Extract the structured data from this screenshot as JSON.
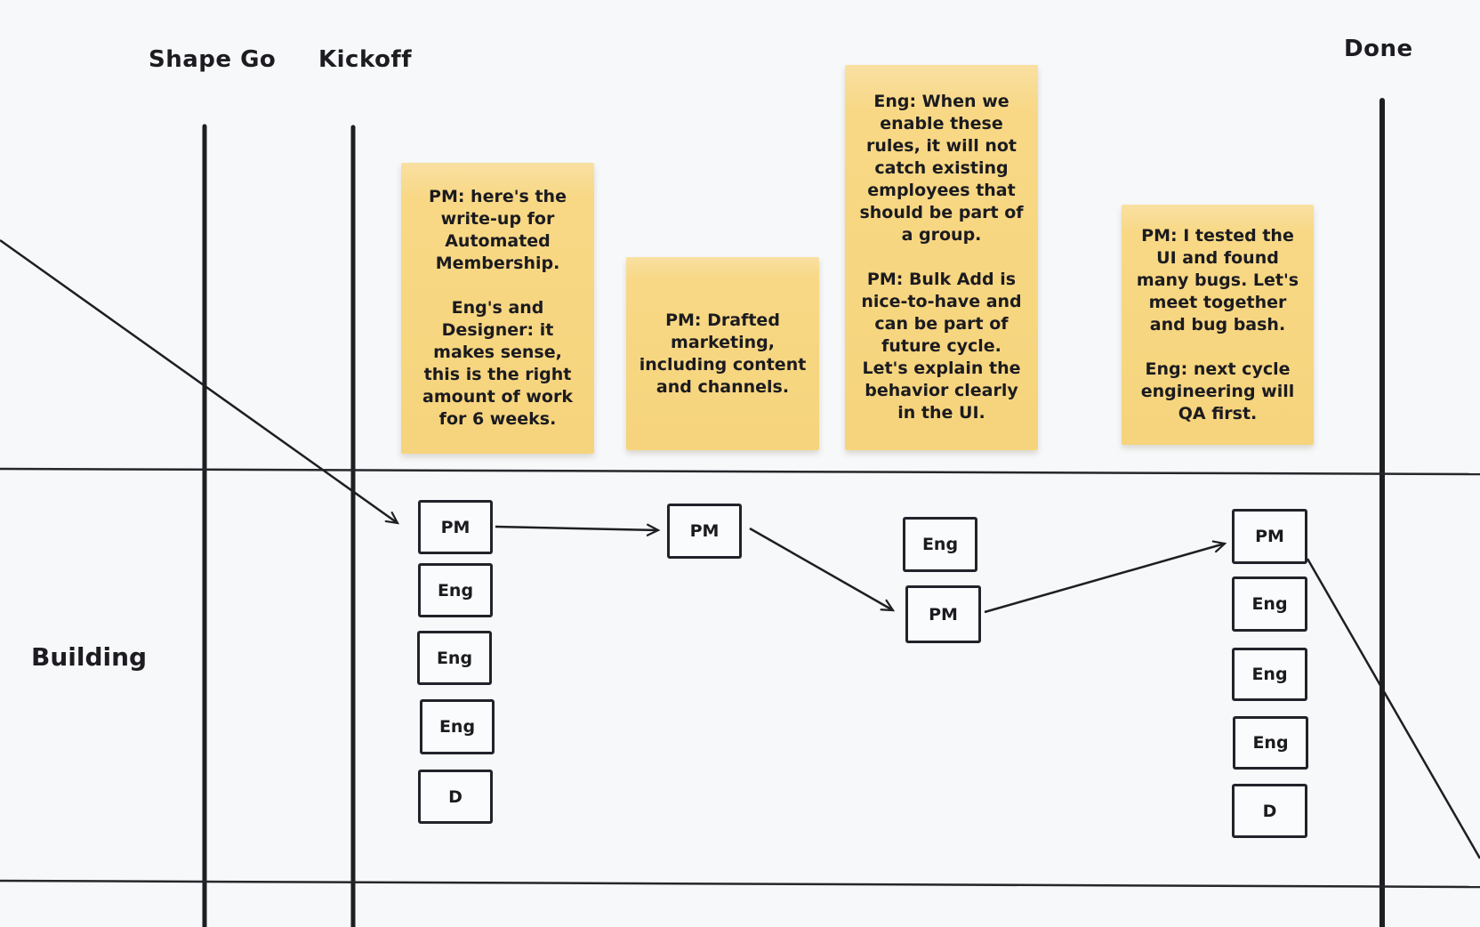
{
  "board": {
    "background": "#f7f8fa",
    "ink": "#1e1e23",
    "sticky_fill": "#f8d783"
  },
  "milestones": {
    "shape_go": "Shape Go",
    "kickoff": "Kickoff",
    "done": "Done"
  },
  "lanes": {
    "building": "Building"
  },
  "stickies": [
    {
      "name": "writeup-note",
      "text": "PM: here's the write-up for Automated Membership.\n\nEng's and Designer: it makes sense, this is the right amount of work for 6 weeks."
    },
    {
      "name": "marketing-note",
      "text": "PM: Drafted marketing, including content and channels."
    },
    {
      "name": "rules-note",
      "text": "Eng: When we enable these rules, it will not catch existing employees that should be part of a group.\n\nPM: Bulk Add is nice-to-have and can be part of future cycle. Let's explain the behavior clearly in the UI."
    },
    {
      "name": "bug-bash-note",
      "text": "PM: I tested the UI and found many bugs. Let's meet together and bug bash.\n\nEng: next cycle engineering will QA first."
    }
  ],
  "boxes": {
    "kickoff_team": [
      "PM",
      "Eng",
      "Eng",
      "Eng",
      "D"
    ],
    "pm_step": "PM",
    "mid_eng": "Eng",
    "mid_pm": "PM",
    "done_team": [
      "PM",
      "Eng",
      "Eng",
      "Eng",
      "D"
    ]
  }
}
